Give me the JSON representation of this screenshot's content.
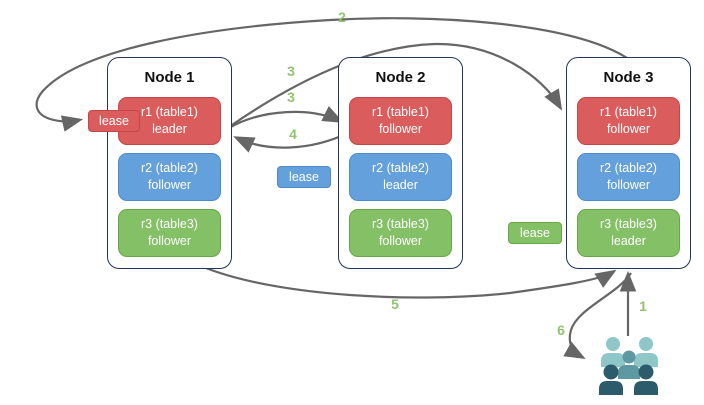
{
  "nodes": [
    {
      "title": "Node 1",
      "replicas": [
        {
          "name": "r1 (table1)",
          "role": "leader",
          "color": "red"
        },
        {
          "name": "r2 (table2)",
          "role": "follower",
          "color": "blue"
        },
        {
          "name": "r3 (table3)",
          "role": "follower",
          "color": "green"
        }
      ]
    },
    {
      "title": "Node 2",
      "replicas": [
        {
          "name": "r1 (table1)",
          "role": "follower",
          "color": "red"
        },
        {
          "name": "r2 (table2)",
          "role": "leader",
          "color": "blue"
        },
        {
          "name": "r3 (table3)",
          "role": "follower",
          "color": "green"
        }
      ]
    },
    {
      "title": "Node 3",
      "replicas": [
        {
          "name": "r1 (table1)",
          "role": "follower",
          "color": "red"
        },
        {
          "name": "r2 (table2)",
          "role": "follower",
          "color": "blue"
        },
        {
          "name": "r3 (table3)",
          "role": "leader",
          "color": "green"
        }
      ]
    }
  ],
  "leases": [
    {
      "label": "lease",
      "color": "red"
    },
    {
      "label": "lease",
      "color": "blue"
    },
    {
      "label": "lease",
      "color": "green"
    }
  ],
  "steps": {
    "s1": "1",
    "s2": "2",
    "s3a": "3",
    "s3b": "3",
    "s4": "4",
    "s5": "5",
    "s6": "6"
  },
  "icons": {
    "users_group": "users-group-icon"
  },
  "colors": {
    "red_fill": "#DB5C5C",
    "red_border": "#C64545",
    "blue_fill": "#64A0DC",
    "blue_border": "#4C8BCC",
    "green_fill": "#84C066",
    "green_border": "#67A748",
    "node_border": "#22365C",
    "arrow": "#666666",
    "step_label": "#90C472",
    "people_light": "#8FC7C9",
    "people_mid": "#5D98A3",
    "people_dark": "#2C5B6B"
  }
}
